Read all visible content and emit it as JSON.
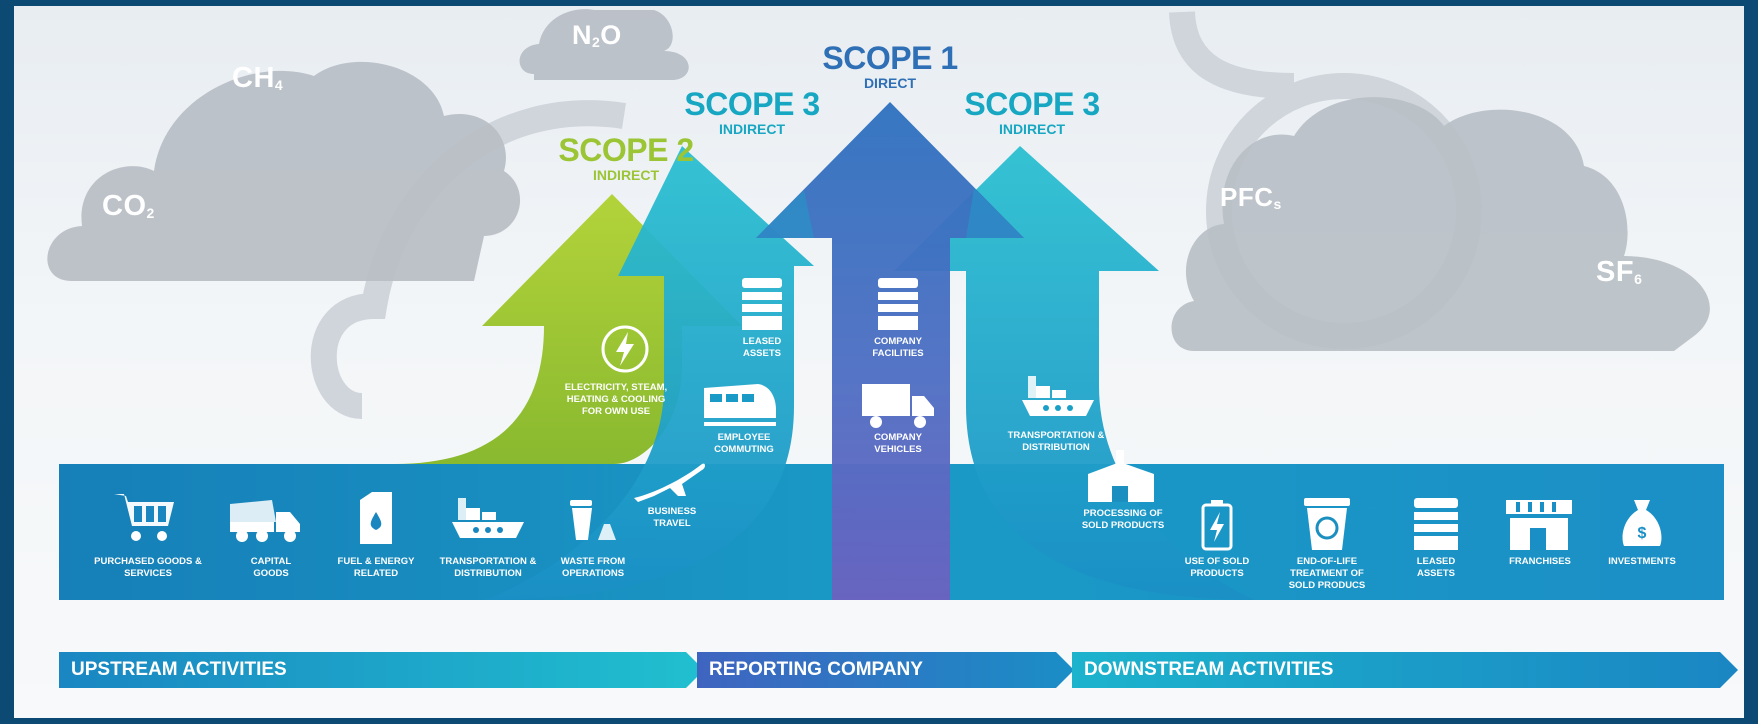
{
  "gases": {
    "ch4": {
      "base": "CH",
      "sub": "4"
    },
    "n2o": {
      "a": "N",
      "sub": "2",
      "b": "O"
    },
    "co2": {
      "base": "CO",
      "sub": "2"
    },
    "pfcs": {
      "base": "PFC",
      "sub": "s"
    },
    "sf6": {
      "base": "SF",
      "sub": "6"
    }
  },
  "scopes": {
    "scope1": {
      "title": "SCOPE 1",
      "subtitle": "DIRECT",
      "color": "#2e6fb5"
    },
    "scope2": {
      "title": "SCOPE 2",
      "subtitle": "INDIRECT",
      "color": "#9cc536"
    },
    "scope3_up": {
      "title": "SCOPE 3",
      "subtitle": "INDIRECT",
      "color": "#17a7c2"
    },
    "scope3_down": {
      "title": "SCOPE 3",
      "subtitle": "INDIRECT",
      "color": "#17a7c2"
    }
  },
  "upstream_items": [
    {
      "label": "PURCHASED GOODS & SERVICES",
      "icon": "shopping-cart-icon"
    },
    {
      "label": "CAPITAL GOODS",
      "icon": "dump-truck-icon"
    },
    {
      "label": "FUEL & ENERGY RELATED",
      "icon": "fuel-can-icon"
    },
    {
      "label": "TRANSPORTATION & DISTRIBUTION",
      "icon": "cargo-ship-icon"
    },
    {
      "label": "WASTE FROM OPERATIONS",
      "icon": "waste-bin-icon"
    },
    {
      "label": "BUSINESS TRAVEL",
      "icon": "airplane-icon"
    },
    {
      "label": "EMPLOYEE COMMUTING",
      "icon": "train-icon"
    },
    {
      "label": "LEASED ASSETS",
      "icon": "building-icon"
    }
  ],
  "scope2_item": {
    "label": "ELECTRICITY, STEAM, HEATING & COOLING FOR OWN USE",
    "icon": "lightning-bolt-icon"
  },
  "direct_items": [
    {
      "label": "COMPANY FACILITIES",
      "icon": "building-icon"
    },
    {
      "label": "COMPANY VEHICLES",
      "icon": "delivery-truck-icon"
    }
  ],
  "downstream_items": [
    {
      "label": "TRANSPORTATION & DISTRIBUTION",
      "icon": "cargo-ship-icon"
    },
    {
      "label": "PROCESSING OF SOLD PRODUCTS",
      "icon": "factory-icon"
    },
    {
      "label": "USE OF SOLD PRODUCTS",
      "icon": "battery-icon"
    },
    {
      "label": "END-OF-LIFE TREATMENT OF SOLD PRODUCS",
      "icon": "recycle-bin-icon"
    },
    {
      "label": "LEASED ASSETS",
      "icon": "building-icon"
    },
    {
      "label": "FRANCHISES",
      "icon": "storefront-icon"
    },
    {
      "label": "INVESTMENTS",
      "icon": "money-bag-icon"
    }
  ],
  "banners": {
    "upstream": "UPSTREAM ACTIVITIES",
    "reporting": "REPORTING COMPANY",
    "downstream": "DOWNSTREAM ACTIVITIES"
  },
  "colors": {
    "frame": "#0c4a73",
    "scope2_green": "#9cc536",
    "scope3_teal": "#17a7c2",
    "scope1_blue": "#2e6fb5",
    "scope1_purple": "#6a62bf",
    "cloud_grey": "#b9bfc6"
  }
}
